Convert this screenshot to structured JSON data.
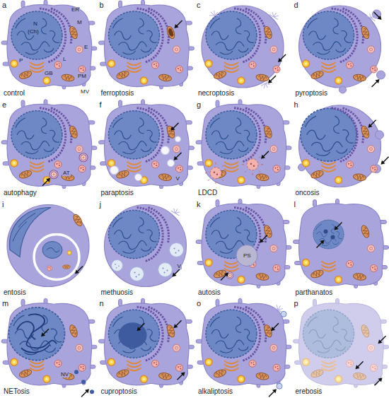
{
  "diagram": {
    "labels": [
      "a",
      "control",
      "ER",
      "N",
      "(Ch)",
      "M",
      "L",
      "E",
      "PM",
      "P",
      "GB",
      "MV",
      "b",
      "ferroptosis",
      "c",
      "necroptosis",
      "d",
      "pyroptosis",
      "e",
      "autophagy",
      "AT",
      "f",
      "paraptosis",
      "V",
      "g",
      "LDCD",
      "h",
      "oncosis",
      "i",
      "entosis",
      "j",
      "methuosis",
      "V",
      "k",
      "autosis",
      "PS",
      "l",
      "parthanatos",
      "m",
      "NETosis",
      "NV",
      "n",
      "cuproptosis",
      "o",
      "alkaliptosis",
      "p",
      "erebosis"
    ]
  }
}
